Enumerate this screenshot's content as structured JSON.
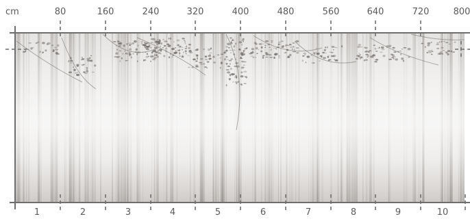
{
  "ruler": {
    "unit": "cm",
    "top_labels": [
      "80",
      "160",
      "240",
      "320",
      "400",
      "480",
      "560",
      "640",
      "720",
      "800"
    ],
    "panels": [
      "1",
      "2",
      "3",
      "4",
      "5",
      "6",
      "7",
      "8",
      "9",
      "10"
    ]
  },
  "colors": {
    "ruler_line": "#6e6e6e",
    "label": "#5a5a5a",
    "mural_light": "#ecebea",
    "mural_mid": "#c9c6c3",
    "mural_dark": "#8f8b88",
    "foliage": "#6f6b68"
  }
}
